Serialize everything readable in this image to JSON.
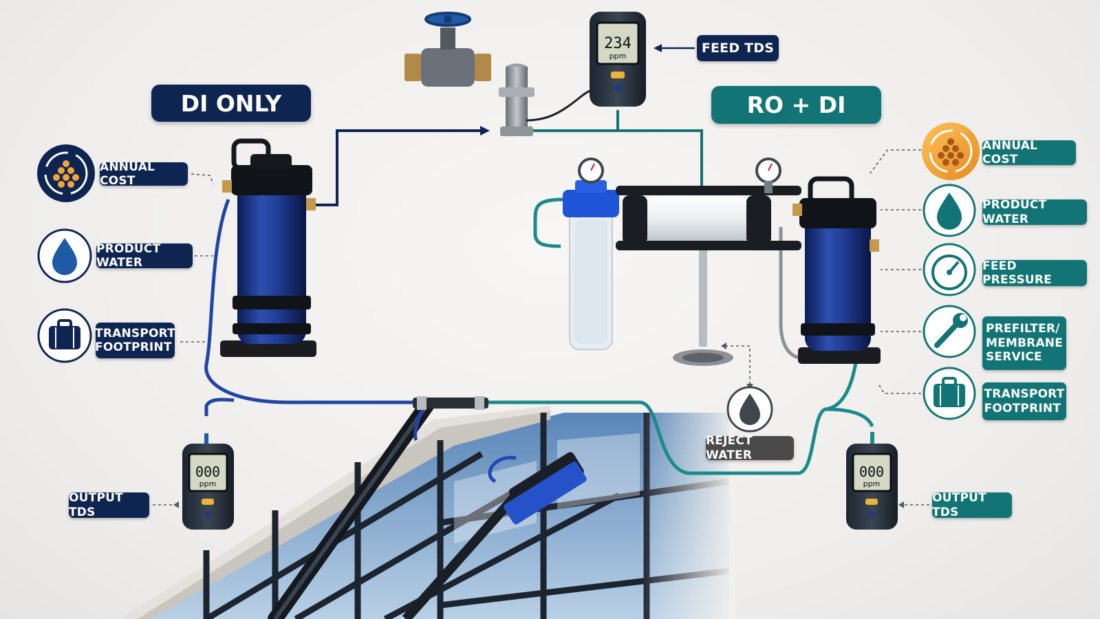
{
  "headers": {
    "di_only": "DI ONLY",
    "ro_di": "RO + DI"
  },
  "feed_meter": {
    "value": "234",
    "unit": "ppm",
    "label": "FEED TDS"
  },
  "di_only": {
    "labels": {
      "annual_cost": "ANNUAL COST",
      "product_water": "PRODUCT WATER",
      "transport_footprint": "TRANSPORT\nFOOTPRINT",
      "output_tds": "OUTPUT TDS"
    },
    "meter": {
      "value": "000",
      "unit": "ppm"
    }
  },
  "ro_di": {
    "labels": {
      "annual_cost": "ANNUAL COST",
      "product_water": "PRODUCT WATER",
      "feed_pressure": "FEED PRESSURE",
      "prefilter_membrane_service": "PREFILTER/\nMEMBRANE\nSERVICE",
      "transport_footprint": "TRANSPORT\nFOOTPRINT",
      "reject_water": "REJECT WATER",
      "output_tds": "OUTPUT TDS"
    },
    "meter": {
      "value": "000",
      "unit": "ppm"
    }
  },
  "icons": {
    "di_annual_cost": "cost-cycle-icon",
    "di_product_water": "water-drop-icon",
    "di_transport": "briefcase-icon",
    "ro_annual_cost": "cost-cycle-icon",
    "ro_product_water": "water-drop-icon",
    "ro_feed_pressure": "gauge-icon",
    "ro_service": "wrench-icon",
    "ro_transport": "briefcase-icon",
    "reject_water": "water-drop-icon"
  },
  "colors": {
    "navy": "#0e2552",
    "teal": "#127474",
    "orange": "#f0a43a",
    "blue_hose": "#1f45a6",
    "teal_hose": "#1d8a8a"
  }
}
